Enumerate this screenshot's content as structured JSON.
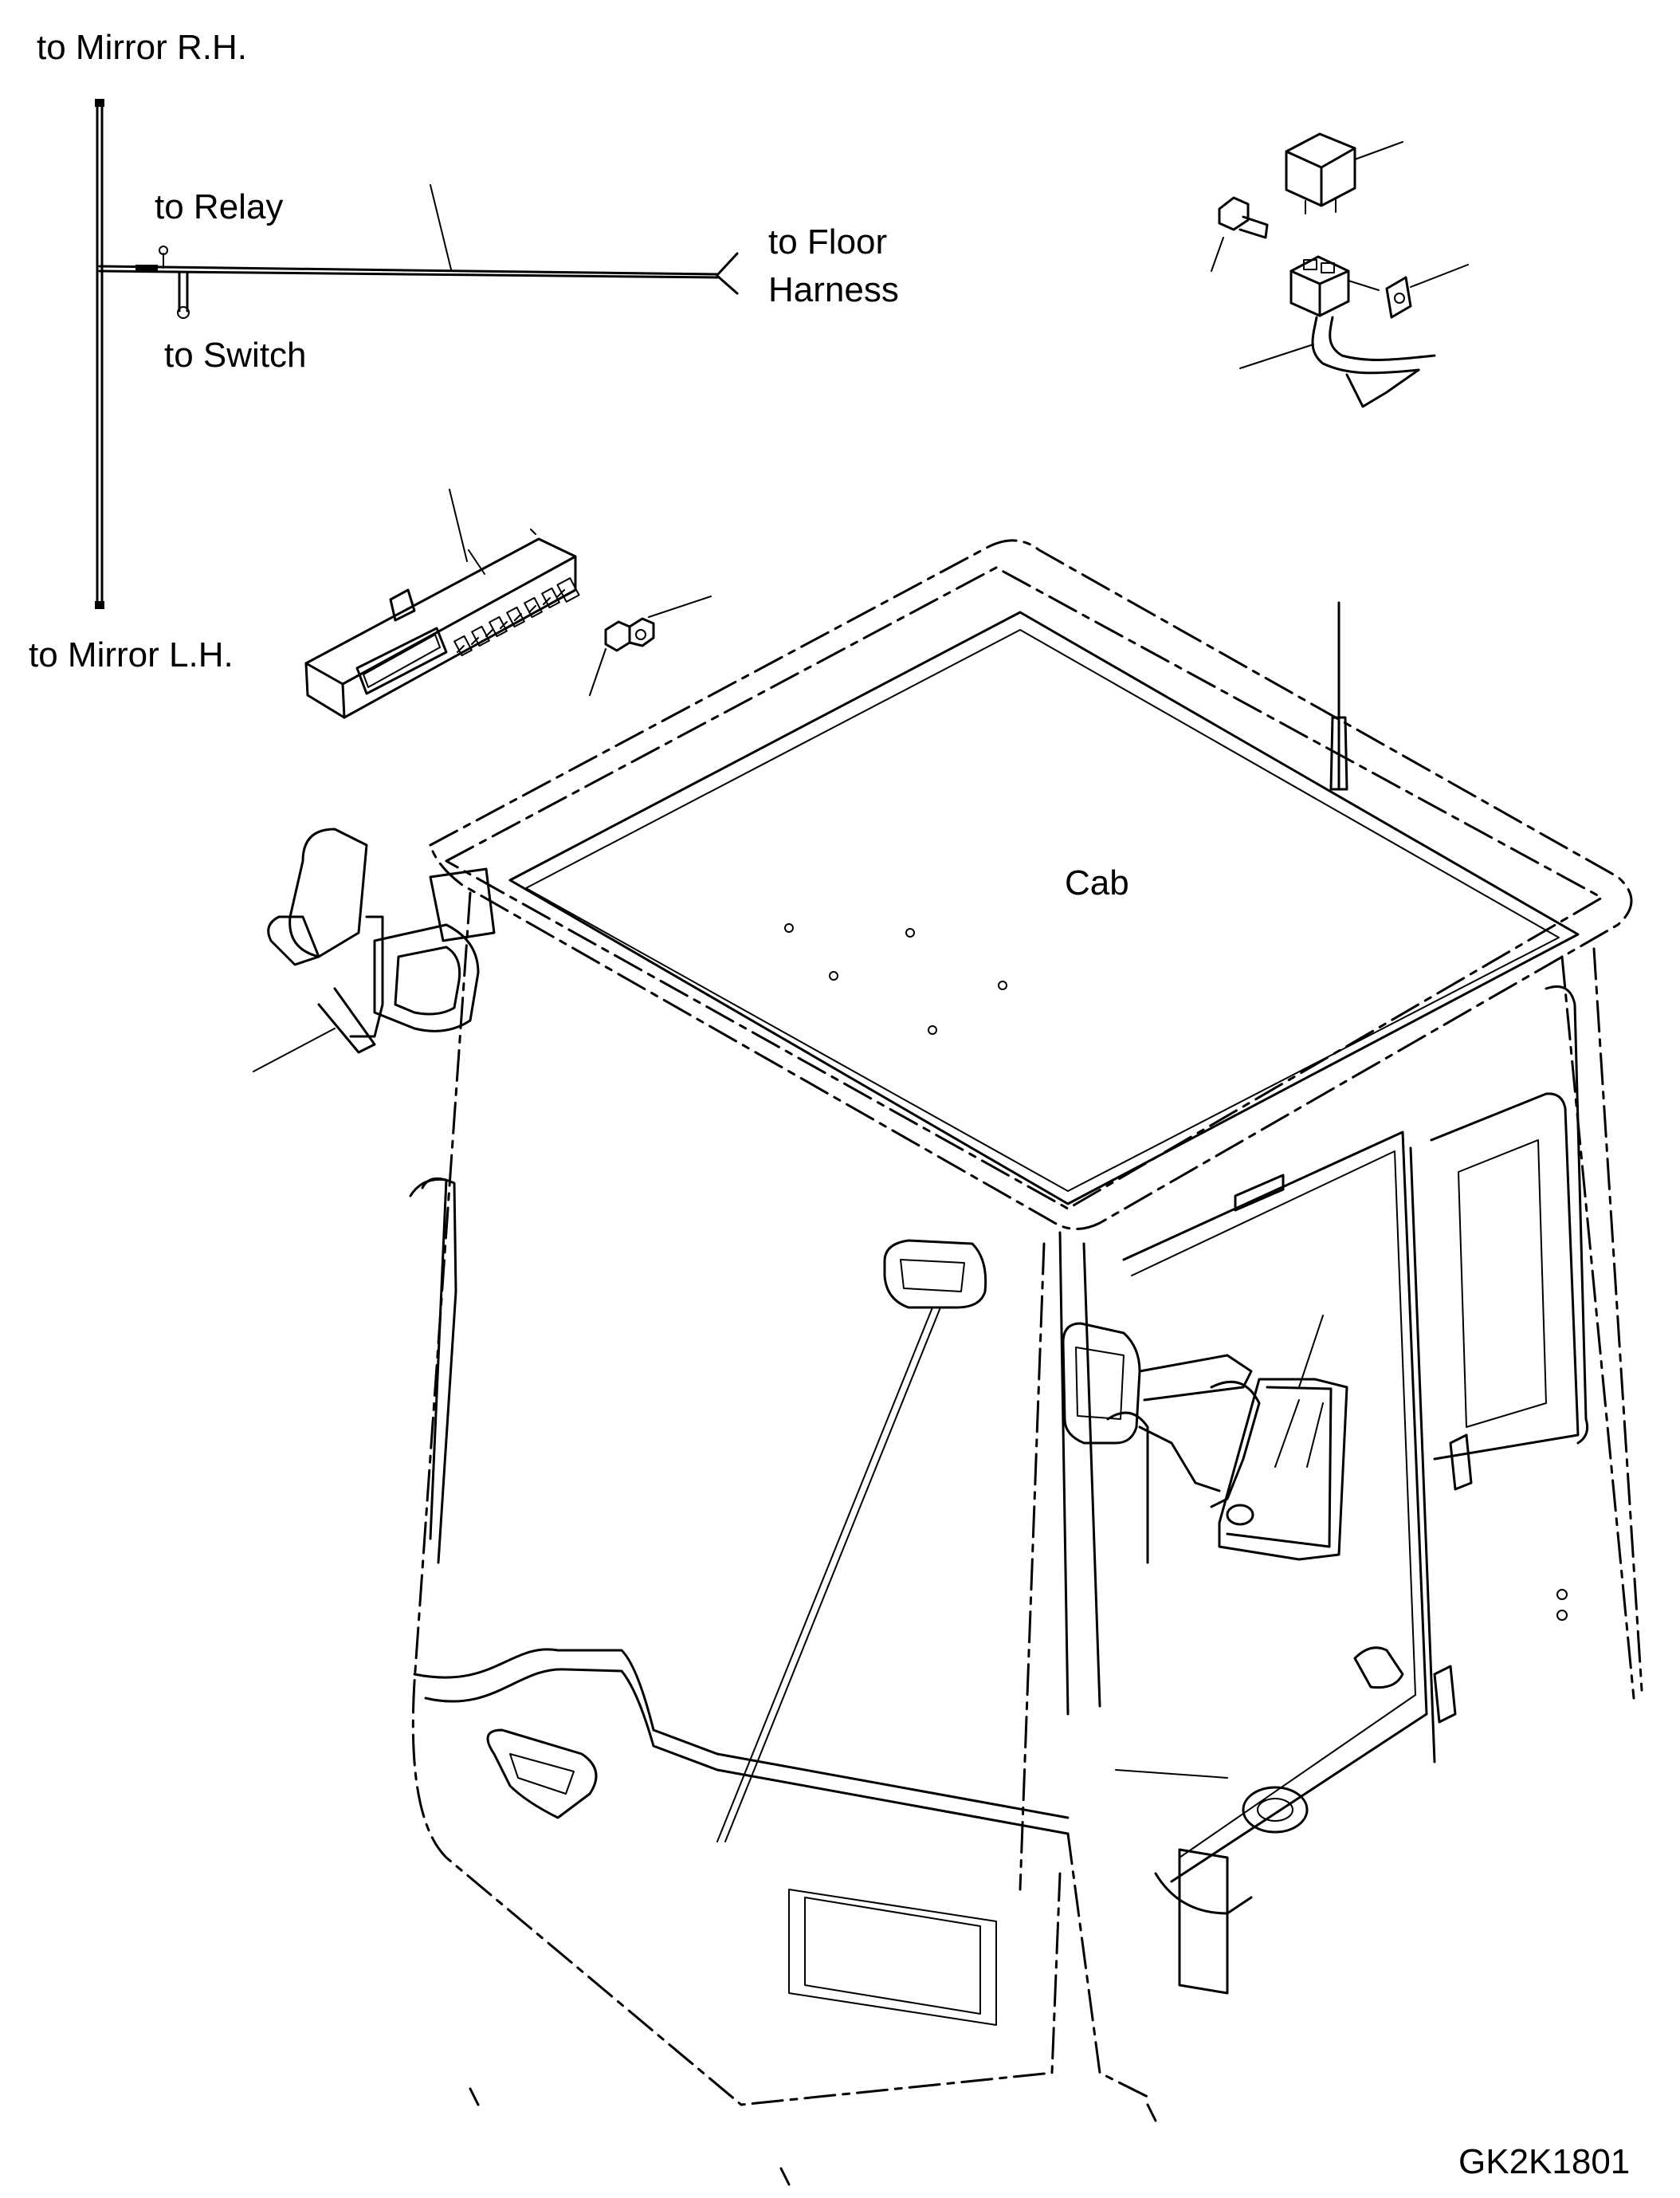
{
  "labels": {
    "mirror_rh": "to Mirror R.H.",
    "relay": "to Relay",
    "floor_harness_1": "to Floor",
    "floor_harness_2": "Harness",
    "switch": "to Switch",
    "mirror_lh": "to Mirror L.H.",
    "cab": "Cab",
    "drawing_code": "GK2K1801"
  }
}
